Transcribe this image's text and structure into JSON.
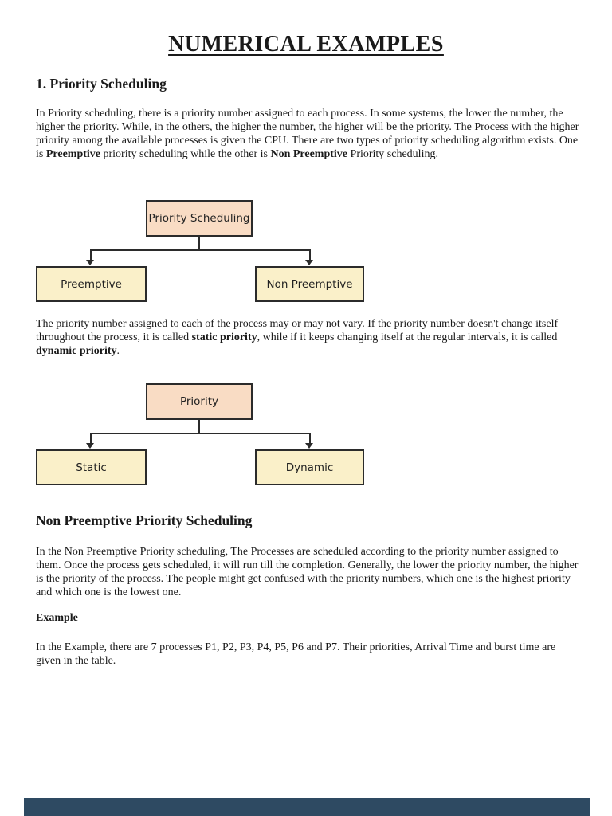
{
  "document": {
    "title": "NUMERICAL EXAMPLES",
    "section_priority": {
      "heading": "1. Priority Scheduling",
      "paragraph": [
        {
          "t": "In Priority scheduling, there is a priority number assigned to each process. In some systems, the lower the number, the higher the priority. While, in the others, the higher the number, the higher will be the priority. The Process with the higher priority among the available processes is given the CPU. There are two types of priority scheduling algorithm exists. One is "
        },
        {
          "t": "Preemptive",
          "b": true
        },
        {
          "t": " priority scheduling while the other is "
        },
        {
          "t": "Non Preemptive",
          "b": true
        },
        {
          "t": " Priority scheduling."
        }
      ]
    },
    "paragraph_static_dynamic": [
      {
        "t": "The priority number assigned to each of the process may or may not vary. If the priority number doesn't change itself throughout the process, it is called "
      },
      {
        "t": "static priority",
        "b": true
      },
      {
        "t": ", while if it keeps changing itself at the regular intervals, it is called "
      },
      {
        "t": "dynamic priority",
        "b": true
      },
      {
        "t": "."
      }
    ],
    "diagrams": [
      {
        "root": "Priority Scheduling",
        "children": [
          "Preemptive",
          "Non Preemptive"
        ]
      },
      {
        "root": "Priority",
        "children": [
          "Static",
          "Dynamic"
        ]
      }
    ],
    "section_non_preemptive": {
      "heading": "Non Preemptive Priority Scheduling",
      "paragraph": "In the Non Preemptive Priority scheduling, The Processes are scheduled according to the priority number assigned to them. Once the process gets scheduled, it will run till the completion. Generally, the lower the priority number, the higher is the priority of the process. The people might get confused with the priority numbers, which one is the highest priority and which one is the lowest one."
    },
    "section_example": {
      "label": "Example",
      "paragraph": "In the Example, there are 7 processes P1, P2, P3, P4, P5, P6 and P7. Their priorities, Arrival Time and burst time are given in the table."
    },
    "colors": {
      "root_node_fill": "#f9dcc4",
      "child_node_fill": "#faf0c9",
      "node_border": "#2b2b2b",
      "table_header_sliver": "#2e4a62"
    }
  }
}
